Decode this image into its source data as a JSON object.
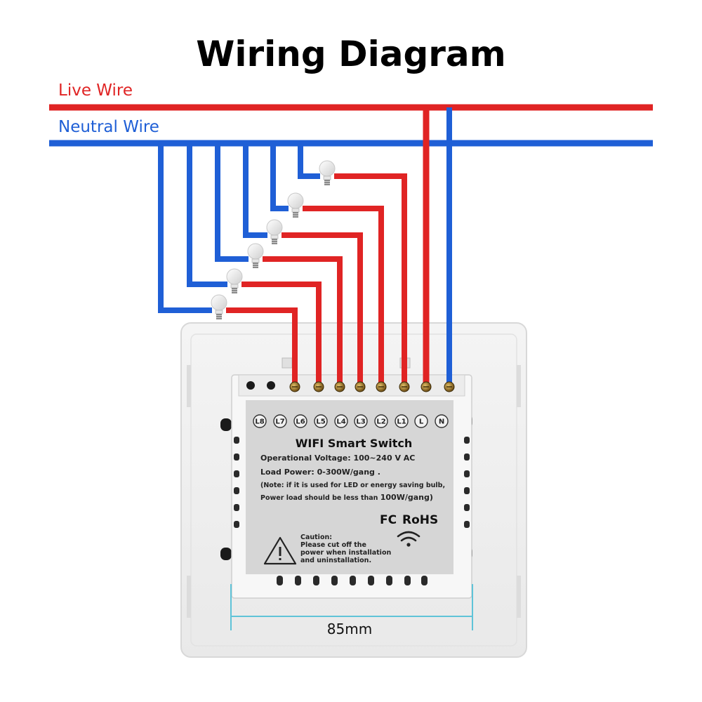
{
  "title": "Wiring Diagram",
  "wires": {
    "live_label": "Live Wire",
    "neutral_label": "Neutral Wire",
    "live_color": "#e02424",
    "neutral_color": "#1f5fd6"
  },
  "terminals": [
    "L8",
    "L7",
    "L6",
    "L5",
    "L4",
    "L3",
    "L2",
    "L1",
    "L",
    "N"
  ],
  "bulb_icon": "light-bulb-icon",
  "label": {
    "title": "WIFI Smart Switch",
    "voltage_prefix": "Operational Voltage: ",
    "voltage_value": "100~240 V AC",
    "load_prefix": "Load Power: ",
    "load_value": "0-300W/gang .",
    "note_line1": "(Note: if it is used for LED or energy saving bulb,",
    "note_line2_prefix": "Power load should be less than ",
    "note_line2_value": "100W/gang)",
    "fc_mark": "FC",
    "rohs_mark": "RoHS",
    "wifi_icon": "wifi-icon",
    "caution_icon": "warning-triangle-icon",
    "caution_title": "Caution:",
    "caution_line1": "Please cut off the",
    "caution_line2": "power when installation",
    "caution_line3": "and uninstallation."
  },
  "dimension": "85mm"
}
